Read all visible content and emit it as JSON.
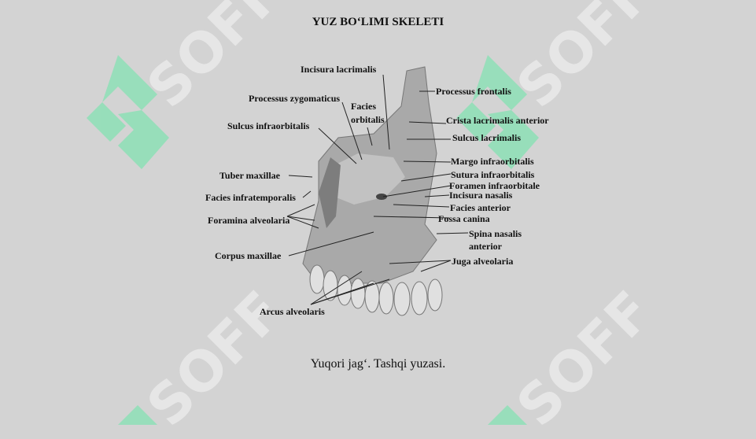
{
  "slide": {
    "title": "YUZ BO‘LIMI SKELETI",
    "caption": "Yuqori jag‘. Tashqi yuzasi."
  },
  "watermark": {
    "text": "SOFF",
    "logo": "soff-logo-icon",
    "color": "#7fe3b0"
  },
  "figure": {
    "labels": {
      "incisura_lacrimalis": "Incisura lacrimalis",
      "processus_zygomaticus": "Processus zygomaticus",
      "facies_orbitalis_1": "Facies",
      "facies_orbitalis_2": "orbitalis",
      "sulcus_infraorbitalis": "Sulcus infraorbitalis",
      "tuber_maxillae": "Tuber maxillae",
      "facies_infratemporalis": "Facies infratemporalis",
      "foramina_alveolaria": "Foramina alveolaria",
      "corpus_maxillae": "Corpus maxillae",
      "arcus_alveolaris": "Arcus alveolaris",
      "processus_frontalis": "Processus frontalis",
      "crista_lacrimalis": "Crista lacrimalis anterior",
      "sulcus_lacrimalis": "Sulcus lacrimalis",
      "margo_infraorbitalis": "Margo infraorbitalis",
      "sutura_infraorbitalis": "Sutura infraorbitalis",
      "foramen_infraorbitale": "Foramen infraorbitale",
      "incisura_nasalis": "Incisura nasalis",
      "facies_anterior": "Facies anterior",
      "fossa_canina": "Fossa canina",
      "spina_nasalis_1": "Spina nasalis",
      "spina_nasalis_2": "anterior",
      "juga_alveolaria": "Juga alveolaria"
    }
  }
}
